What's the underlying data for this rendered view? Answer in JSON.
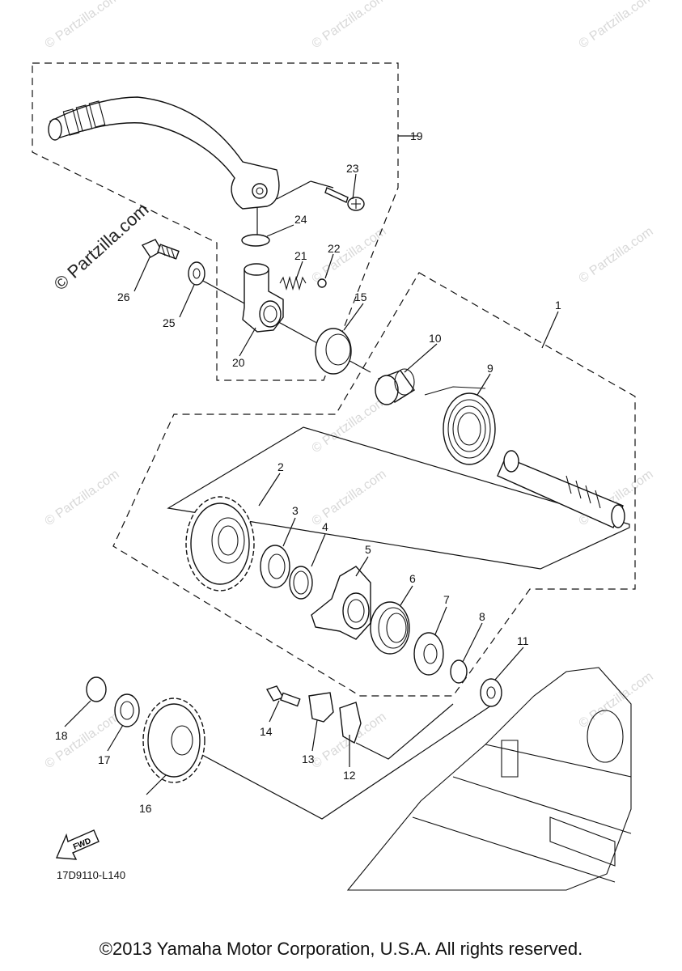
{
  "watermarks": [
    "© Partzilla.com"
  ],
  "big_watermark": "© Partzilla.com",
  "callouts": {
    "p1": "1",
    "p2": "2",
    "p3": "3",
    "p4": "4",
    "p5": "5",
    "p6": "6",
    "p7": "7",
    "p8": "8",
    "p9": "9",
    "p10": "10",
    "p11": "11",
    "p12": "12",
    "p13": "13",
    "p14": "14",
    "p15": "15",
    "p16": "16",
    "p17": "17",
    "p18": "18",
    "p19": "19",
    "p20": "20",
    "p21": "21",
    "p22": "22",
    "p23": "23",
    "p24": "24",
    "p25": "25",
    "p26": "26"
  },
  "fwd_label": "FWD",
  "diagram_code": "17D9110-L140",
  "copyright": "©2013 Yamaha Motor Corporation, U.S.A. All rights reserved."
}
